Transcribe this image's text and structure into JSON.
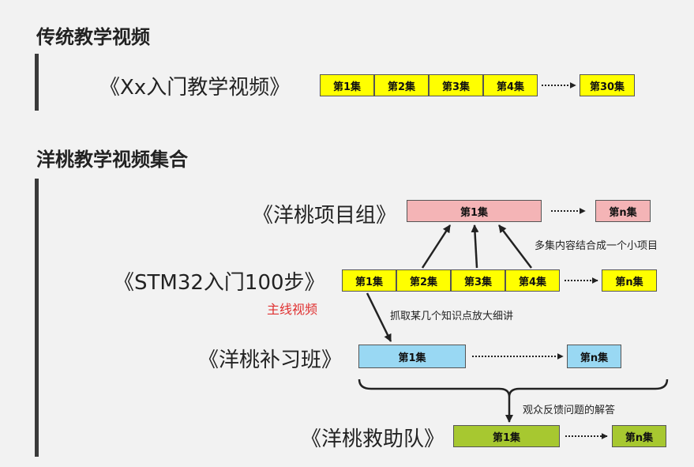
{
  "colors": {
    "yellow": "#ffff00",
    "pink": "#f4b4b6",
    "blue": "#99d8f3",
    "green": "#a7c830",
    "red_text": "#e03030",
    "bar": "#3a3a3a"
  },
  "section1": {
    "heading": "传统教学视频",
    "title": "《Xx入门教学视频》",
    "episodes": [
      "第1集",
      "第2集",
      "第3集",
      "第4集"
    ],
    "last_episode": "第30集"
  },
  "section2": {
    "heading": "洋桃教学视频集合",
    "project": {
      "title": "《洋桃项目组》",
      "episode": "第1集",
      "last_episode": "第n集"
    },
    "stm": {
      "title": "《STM32入门100步》",
      "episodes": [
        "第1集",
        "第2集",
        "第3集",
        "第4集"
      ],
      "last_episode": "第n集",
      "subtitle": "主线视频"
    },
    "tutoring": {
      "title": "《洋桃补习班》",
      "episode": "第1集",
      "last_episode": "第n集"
    },
    "rescue": {
      "title": "《洋桃救助队》",
      "episode": "第1集",
      "last_episode": "第n集"
    },
    "annotations": {
      "combine": "多集内容结合成一个小项目",
      "extract": "抓取某几个知识点放大细讲",
      "feedback": "观众反馈问题的解答"
    }
  }
}
